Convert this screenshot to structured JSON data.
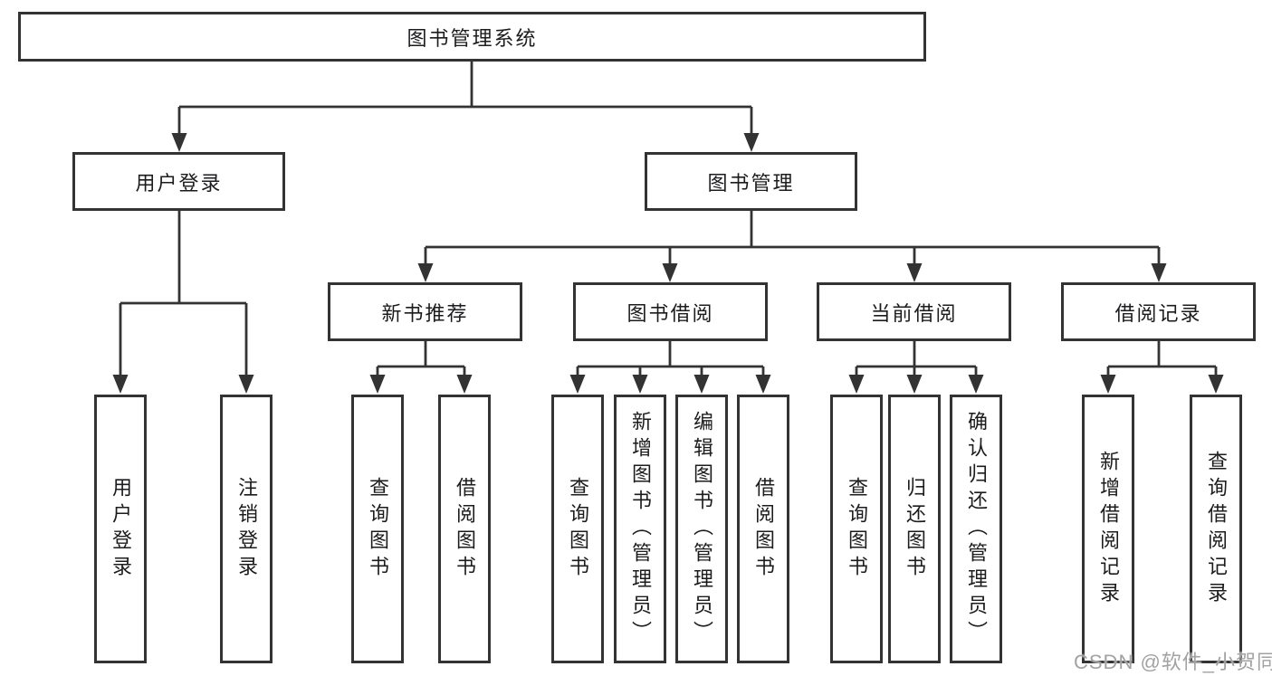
{
  "title": "图书管理系统",
  "nodes": {
    "root": "图书管理系统",
    "level2": {
      "user_login": "用户登录",
      "book_management": "图书管理"
    },
    "level3": {
      "new_book_recommend": "新书推荐",
      "book_borrow": "图书借阅",
      "current_borrow": "当前借阅",
      "borrow_records": "借阅记录"
    },
    "leaves": {
      "user_login": "用户登录",
      "logout": "注销登录",
      "recommend_query_books": "查询图书",
      "recommend_borrow_books": "借阅图书",
      "borrow_query_books": "查询图书",
      "borrow_add_books": "新增图书（管理员）",
      "borrow_edit_books": "编辑图书（管理员）",
      "borrow_borrow_books": "借阅图书",
      "current_query_books": "查询图书",
      "current_return_books": "归还图书",
      "current_confirm_return": "确认归还（管理员）",
      "records_add_record": "新增借阅记录",
      "records_query_record": "查询借阅记录"
    }
  },
  "watermark": "CSDN @软件_小贺同学",
  "colors": {
    "line": "#333333",
    "text": "#1c1c1e",
    "background": "#ffffff",
    "watermark": "#a2a2a2"
  }
}
